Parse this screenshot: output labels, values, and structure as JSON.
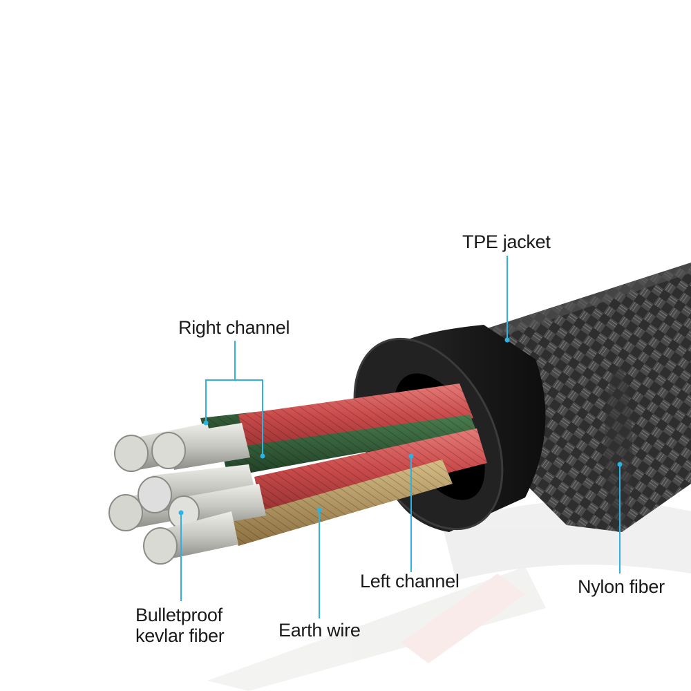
{
  "labels": {
    "tpe_jacket": "TPE jacket",
    "right_channel": "Right channel",
    "left_channel": "Left channel",
    "nylon_fiber": "Nylon fiber",
    "earth_wire": "Earth wire",
    "kevlar_line1": "Bulletproof",
    "kevlar_line2": "kevlar fiber"
  },
  "colors": {
    "leader_line": "#2bb3e3",
    "jacket": "#1d1d1d",
    "braid": "#3a3a3a",
    "red_wire": "#c94a4a",
    "green_wire": "#2f5a35",
    "earth_wire": "#b3955f",
    "silver_strand": "#c9c9c3"
  }
}
